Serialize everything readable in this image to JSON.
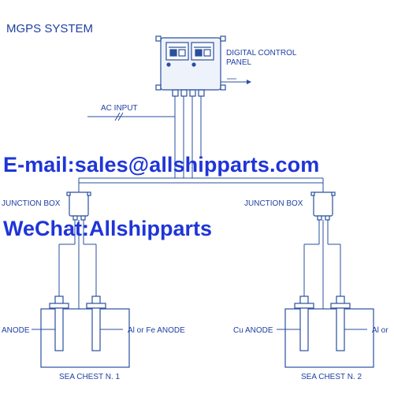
{
  "title": "MGPS SYSTEM",
  "control_panel": {
    "line1": "DIGITAL CONTROL",
    "line2": "PANEL"
  },
  "ac_input": "AC INPUT",
  "junction_boxes": [
    "JUNCTION BOX",
    "JUNCTION BOX"
  ],
  "sea_chests": [
    {
      "label": "SEA CHEST N. 1",
      "left_anode": "ANODE",
      "right_anode": "Al or Fe ANODE"
    },
    {
      "label": "SEA CHEST N. 2",
      "left_anode": "Cu ANODE",
      "right_anode": "Al or"
    }
  ],
  "watermarks": {
    "email": "E-mail:sales@allshipparts.com",
    "wechat": "WeChat:Allshipparts"
  },
  "colors": {
    "line": "#2a4f9e",
    "text": "#1e3fa3",
    "watermark": "#1f35d8",
    "box_fill": "#ffffff",
    "panel_fill": "#eef3fb"
  }
}
